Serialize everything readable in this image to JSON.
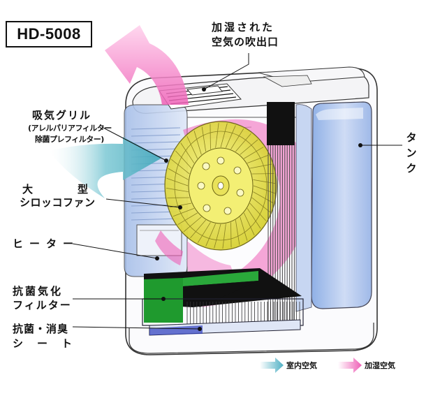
{
  "model": "HD-5008",
  "labels": {
    "outlet_line1": "加湿された",
    "outlet_line2": "空気の吹出口",
    "grille": "吸気グリル",
    "grille_sub1": "(アレルパリアフィルター",
    "grille_sub2": "除菌プレフィルター)",
    "fan_line1_a": "大",
    "fan_line1_b": "型",
    "fan_line2": "シロッコファン",
    "heater": "ヒーター",
    "filter_line1": "抗菌気化",
    "filter_line2": "フィルター",
    "sheet_line1": "抗菌・消臭",
    "sheet_line2": "シート",
    "tank_chars": [
      "タ",
      "ン",
      "ク"
    ]
  },
  "legend": {
    "indoor_air": "室内空気",
    "humid_air": "加湿空気"
  },
  "colors": {
    "indoor_air_arrow": "#7cc8d4",
    "humid_air_arrow": "#ee5fb6",
    "fan": "#e6e24a",
    "filter": "#1f9a2e",
    "tank": "#a9c3ea"
  }
}
